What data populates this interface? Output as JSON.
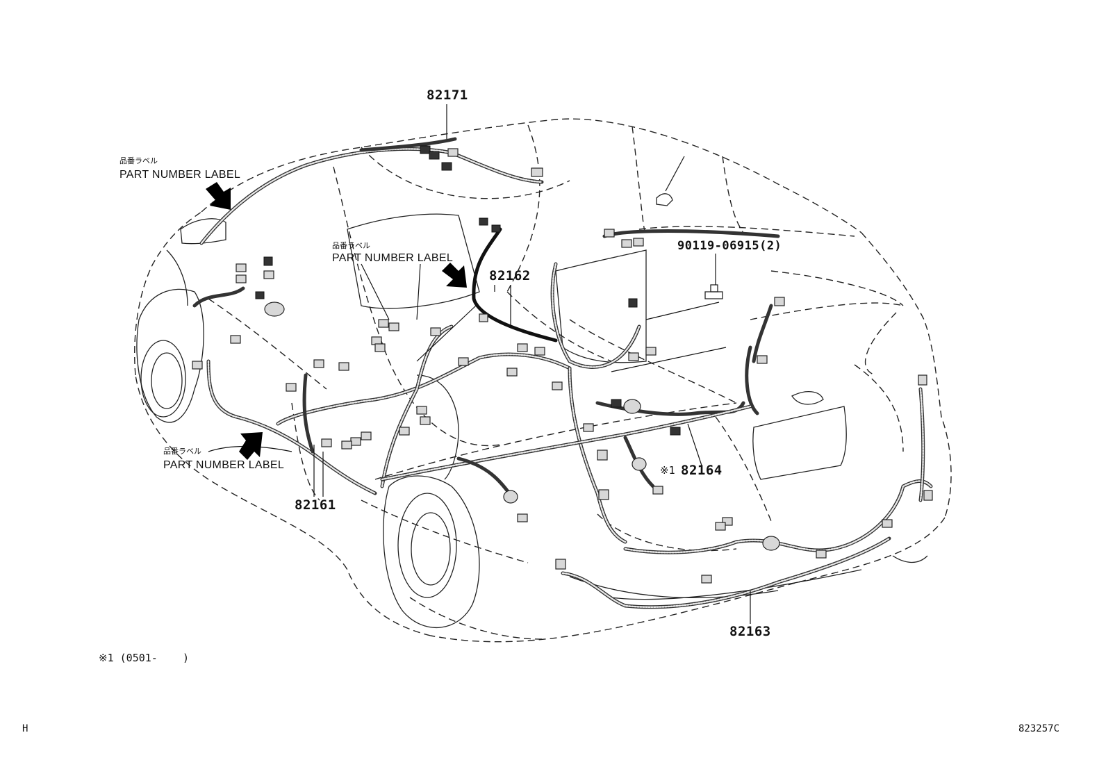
{
  "labels": {
    "part_82171": "82171",
    "part_82162": "82162",
    "part_82161": "82161",
    "part_82164": "82164",
    "part_82163": "82163",
    "bolt": "90119-06915(2)",
    "mark_82164": "※1",
    "part_number_label_en": "PART NUMBER LABEL",
    "part_number_label_jp": "品番ラベル"
  },
  "footnote": {
    "text": "※1 (0501-    )"
  },
  "corner": {
    "left": "H",
    "right": "823257C"
  }
}
